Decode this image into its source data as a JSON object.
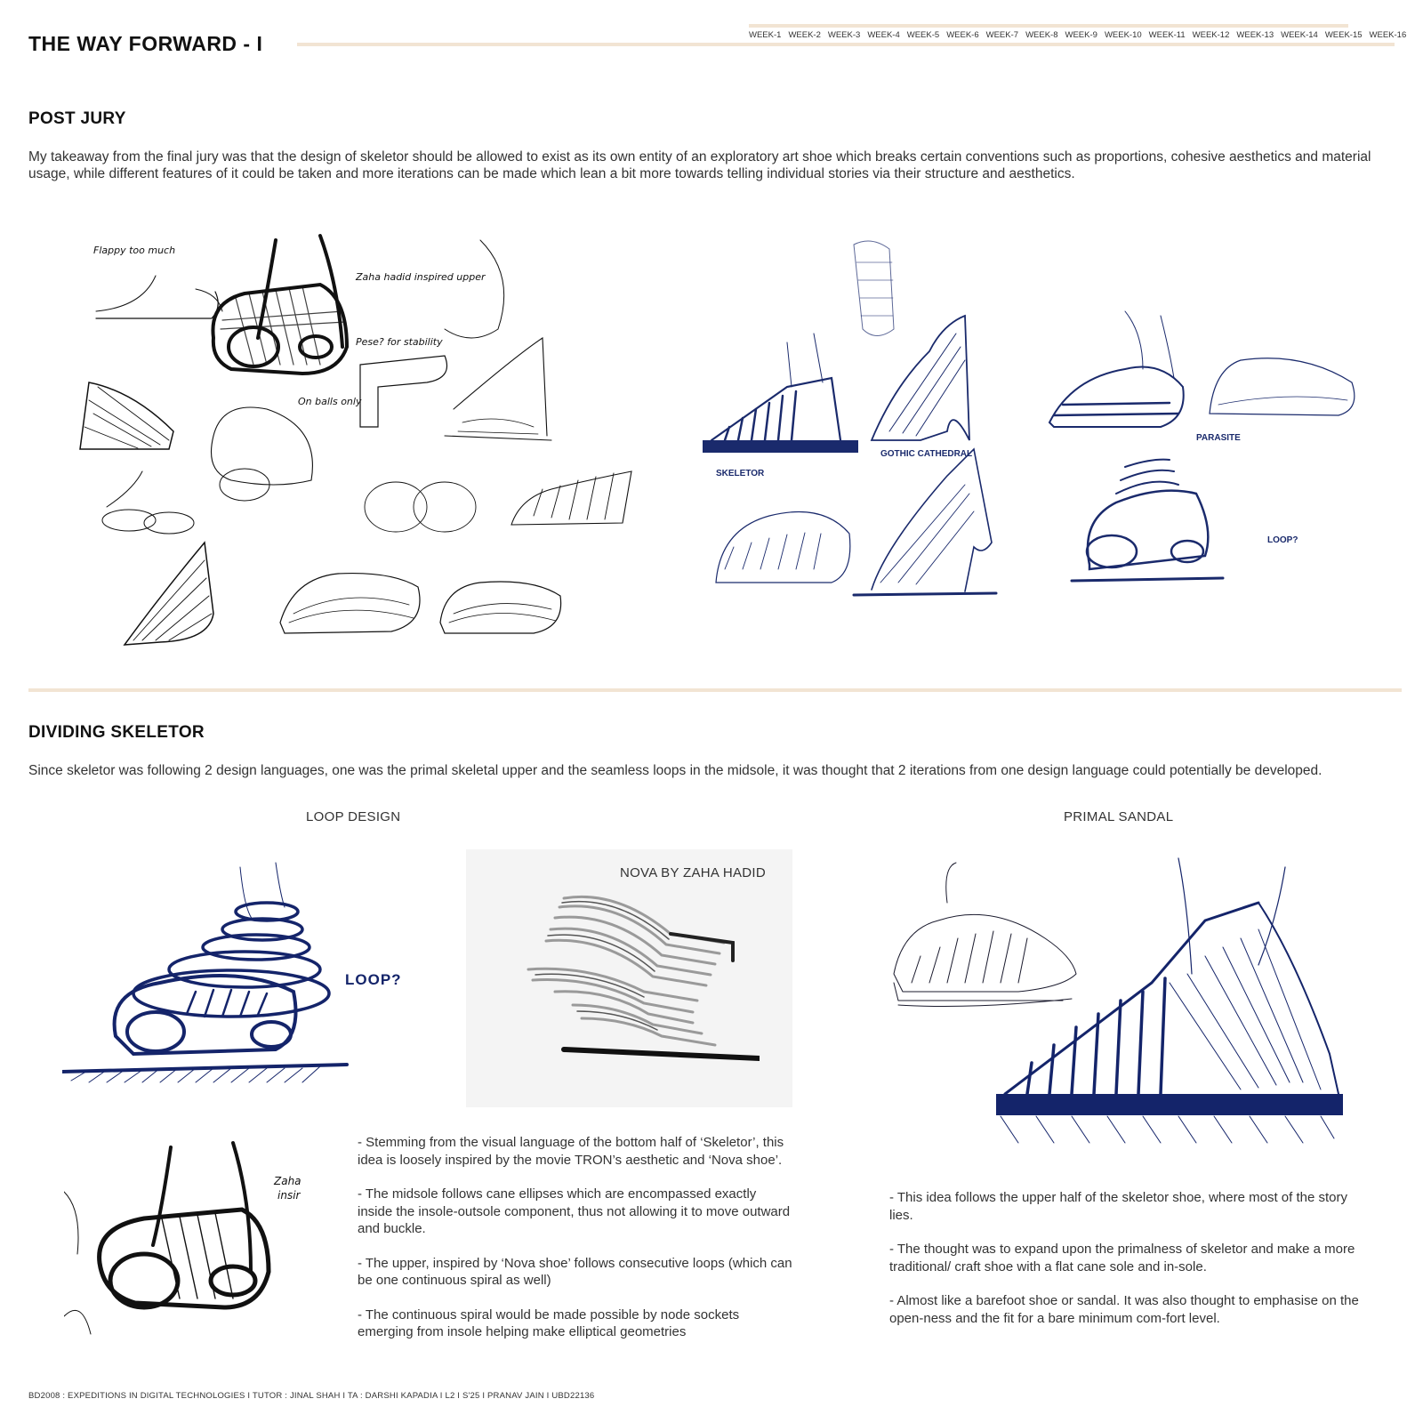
{
  "header": {
    "title": "THE WAY FORWARD - I",
    "weeks": [
      "WEEK-1",
      "WEEK-2",
      "WEEK-3",
      "WEEK-4",
      "WEEK-5",
      "WEEK-6",
      "WEEK-7",
      "WEEK-8",
      "WEEK-9",
      "WEEK-10",
      "WEEK-11",
      "WEEK-12",
      "WEEK-13",
      "WEEK-14",
      "WEEK-15",
      "WEEK-16"
    ]
  },
  "post_jury": {
    "heading": "POST JURY",
    "text": "My takeaway from the final jury was that the design of skeletor should be allowed to exist as its own entity of an exploratory art shoe which breaks certain conventions such as proportions, cohesive aesthetics and material usage, while different features of it could be taken and more iterations can be made which lean a bit more towards telling individual stories via their structure and aesthetics.",
    "sketch_labels": {
      "skeletor": "SKELETOR",
      "gothic": "GOTHIC CATHEDRAL",
      "parasite": "PARASITE",
      "loop": "LOOP?",
      "zaha_note": "Zaha hadid inspired upper",
      "flappy_note": "Flappy too much",
      "balls_note": "On balls only",
      "stability_note": "Pese? for stability"
    }
  },
  "dividing": {
    "heading": "DIVIDING SKELETOR",
    "text": "Since skeletor was following 2 design languages, one was the primal skeletal upper and the seamless loops in the midsole, it was thought that 2 iterations from one design language could potentially be developed.",
    "loop_design": {
      "caption": "LOOP DESIGN",
      "sketch_label": "LOOP?",
      "nova_caption": "NOVA BY ZAHA HADID",
      "points": [
        "- Stemming from the visual language of the bottom half of ‘Skeletor’, this idea is loosely inspired by the movie TRON’s aesthetic and ‘Nova shoe’.",
        "- The midsole follows cane ellipses which are encompassed exactly inside the insole-outsole component, thus not allowing it to move outward and buckle.",
        "- The upper, inspired by ‘Nova shoe’ follows consecutive loops (which can be one continuous spiral as well)",
        "- The continuous spiral would be made possible by node sockets emerging from insole helping make elliptical geometries"
      ]
    },
    "primal_sandal": {
      "caption": "PRIMAL SANDAL",
      "points": [
        "- This idea follows the upper half of the skeletor shoe, where most of the story lies.",
        "- The thought was to expand upon the primalness of skeletor and make a more traditional/ craft shoe with a flat cane sole and in-sole.",
        "- Almost like a barefoot shoe or sandal. It was also thought to emphasise on the open-ness and the fit for a bare minimum com-fort level."
      ]
    }
  },
  "footer": "BD2008 : EXPEDITIONS IN DIGITAL TECHNOLOGIES  I  TUTOR : JINAL SHAH  I  TA : DARSHI KAPADIA  I L2  I  S'25  I  PRANAV JAIN  I  UBD22136",
  "colors": {
    "accent_rule": "#f2e4d3",
    "ink_black": "#111111",
    "ink_blue": "#1a2a6c"
  }
}
